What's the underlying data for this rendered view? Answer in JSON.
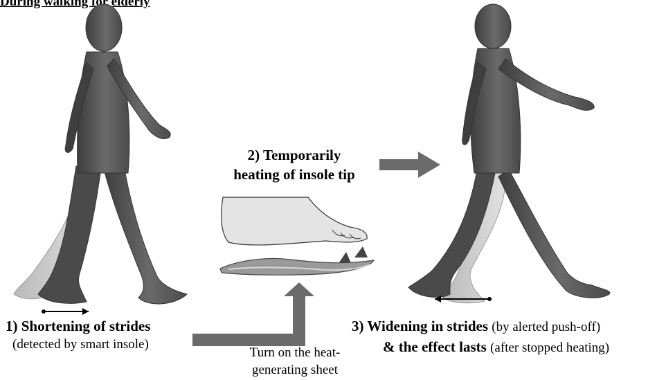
{
  "title": "During walking for elderly",
  "step1": {
    "heading": "1) Shortening of strides",
    "sub": "(detected by smart insole)"
  },
  "step2": {
    "line1": "2) Temporarily",
    "line2": "heating of insole tip"
  },
  "step3": {
    "heading": "3) Widening in strides",
    "heading_note": "(by alerted push-off)",
    "line2": "& the effect lasts",
    "line2_note": "(after stopped heating)"
  },
  "action": {
    "line1": "Turn on the heat-",
    "line2": "generating sheet"
  },
  "colors": {
    "figure_dark": "#555555",
    "figure_light": "#cfcfcf",
    "arrow": "#6b6b6b",
    "foot_fill": "#e4e4e4"
  }
}
